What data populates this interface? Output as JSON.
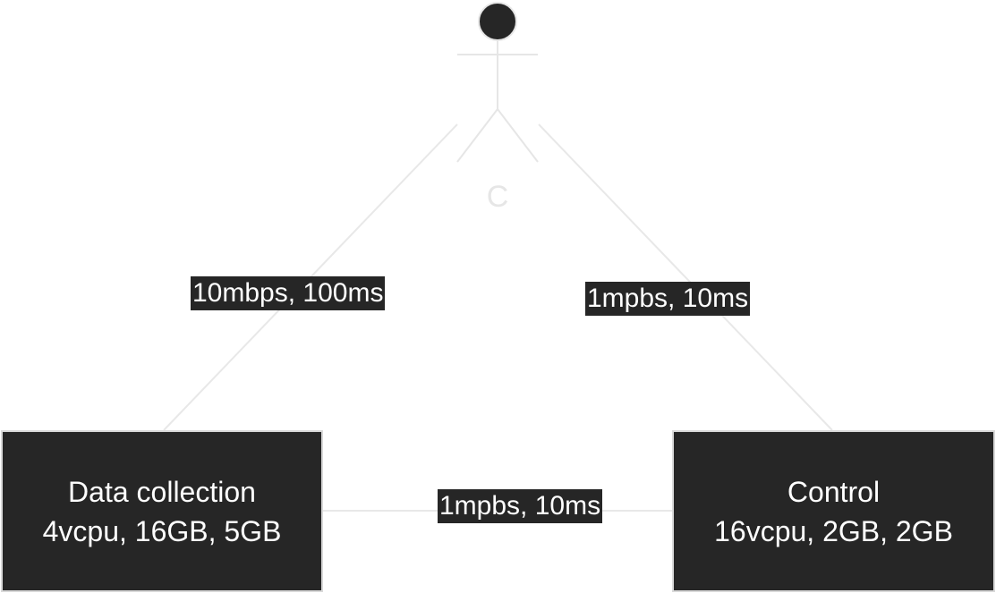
{
  "actor": {
    "label": "C"
  },
  "nodes": {
    "data_collection": {
      "title": "Data collection",
      "specs": "4vcpu, 16GB, 5GB"
    },
    "control": {
      "title": "Control",
      "specs": "16vcpu, 2GB, 2GB"
    }
  },
  "links": {
    "actor_to_data_collection": "10mbps, 100ms",
    "actor_to_control": "1mpbs, 10ms",
    "data_collection_to_control": "1mpbs, 10ms"
  },
  "colors": {
    "node_fill": "#262626",
    "node_border": "#d9d9d9",
    "line": "#e6e6e6",
    "actor_head": "#262626",
    "text_light": "#ffffff"
  }
}
